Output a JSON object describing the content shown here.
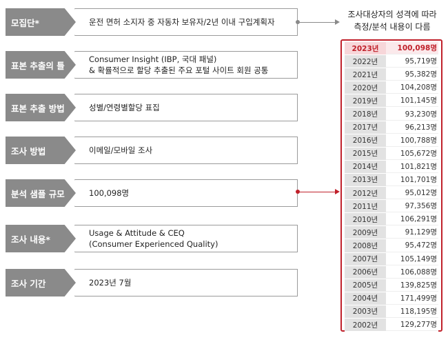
{
  "rows": [
    {
      "label": "모집단*",
      "lines": [
        "운전 면허 소지자 중 자동차 보유자/2년 이내 구입계획자"
      ]
    },
    {
      "label": "표본 추출의 틀",
      "lines": [
        "Consumer Insight (IBP, 국대 패널)",
        "& 확률적으로 할당 추출된 주요 포털 사이트 회원 공통"
      ]
    },
    {
      "label": "표본 추출 방법",
      "lines": [
        "성별/연령별할당 표집"
      ]
    },
    {
      "label": "조사 방법",
      "lines": [
        "이메일/모바일 조사"
      ]
    },
    {
      "label": "분석 샘플 규모",
      "lines": [
        "100,098명"
      ]
    },
    {
      "label": "조사 내용*",
      "lines": [
        "Usage & Attitude & CEQ",
        "(Consumer Experienced Quality)"
      ]
    },
    {
      "label": "조사 기간",
      "lines": [
        "2023년 7월"
      ]
    }
  ],
  "note": [
    "조사대상자의 성격에 따라",
    "측정/분석 내용이 다름"
  ],
  "samples": [
    {
      "year": "2023년",
      "value": "100,098명"
    },
    {
      "year": "2022년",
      "value": "95,719명"
    },
    {
      "year": "2021년",
      "value": "95,382명"
    },
    {
      "year": "2020년",
      "value": "104,208명"
    },
    {
      "year": "2019년",
      "value": "101,145명"
    },
    {
      "year": "2018년",
      "value": "93,230명"
    },
    {
      "year": "2017년",
      "value": "96,213명"
    },
    {
      "year": "2016년",
      "value": "100,788명"
    },
    {
      "year": "2015년",
      "value": "105,672명"
    },
    {
      "year": "2014년",
      "value": "101,821명"
    },
    {
      "year": "2013년",
      "value": "101,701명"
    },
    {
      "year": "2012년",
      "value": "95,012명"
    },
    {
      "year": "2011년",
      "value": "97,356명"
    },
    {
      "year": "2010년",
      "value": "106,291명"
    },
    {
      "year": "2009년",
      "value": "91,129명"
    },
    {
      "year": "2008년",
      "value": "95,472명"
    },
    {
      "year": "2007년",
      "value": "105,149명"
    },
    {
      "year": "2006년",
      "value": "106,088명"
    },
    {
      "year": "2005년",
      "value": "139,825명"
    },
    {
      "year": "2004년",
      "value": "171,499명"
    },
    {
      "year": "2003년",
      "value": "118,195명"
    },
    {
      "year": "2002년",
      "value": "129,277명"
    }
  ],
  "colors": {
    "accent": "#c0202a",
    "label_bg": "#8a8a8a",
    "year_bg": "#e2e2e2"
  }
}
